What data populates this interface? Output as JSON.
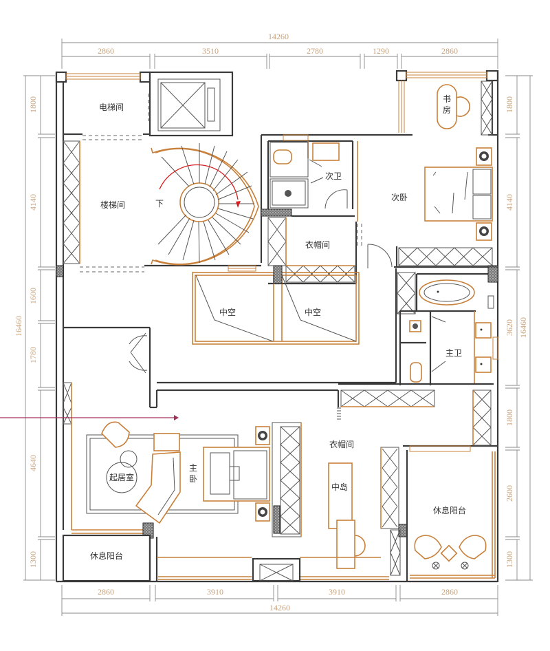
{
  "plan": {
    "type": "floor-plan",
    "accent_colors": {
      "wall": "#3a3a3a",
      "furniture": "#c8803a",
      "dimension_text": "#c9a37d",
      "dimension_line": "#8a8a8a",
      "stair_arrow": "#d42020",
      "section_line": "#a0305a"
    }
  },
  "dimensions": {
    "top": {
      "overall": "14260",
      "segments": [
        "2860",
        "3510",
        "2780",
        "1290",
        "2860"
      ]
    },
    "bottom": {
      "overall": "14260",
      "segments": [
        "2860",
        "3910",
        "3910",
        "2860"
      ]
    },
    "left": {
      "overall": "16460",
      "segments": [
        "1800",
        "4140",
        "1600",
        "1780",
        "4640",
        "1300"
      ]
    },
    "right": {
      "overall": "16460",
      "segments": [
        "1800",
        "4140",
        "3620",
        "1800",
        "2600",
        "1300"
      ]
    }
  },
  "rooms": {
    "elevator_room": "电梯间",
    "stair_room": "楼梯间",
    "stair_down": "下",
    "secondary_bath": "次卫",
    "secondary_bedroom": "次卧",
    "study": "书房",
    "study_line2": "房",
    "study_line1": "书",
    "cloakroom_upper": "衣帽间",
    "void_left": "中空",
    "void_right": "中空",
    "master_bath": "主卫",
    "living_room": "起居室",
    "master_bedroom_line1": "主",
    "master_bedroom_line2": "卧",
    "cloakroom_lower": "衣帽间",
    "island": "中岛",
    "balcony_right": "休息阳台",
    "balcony_left": "休息阳台"
  }
}
